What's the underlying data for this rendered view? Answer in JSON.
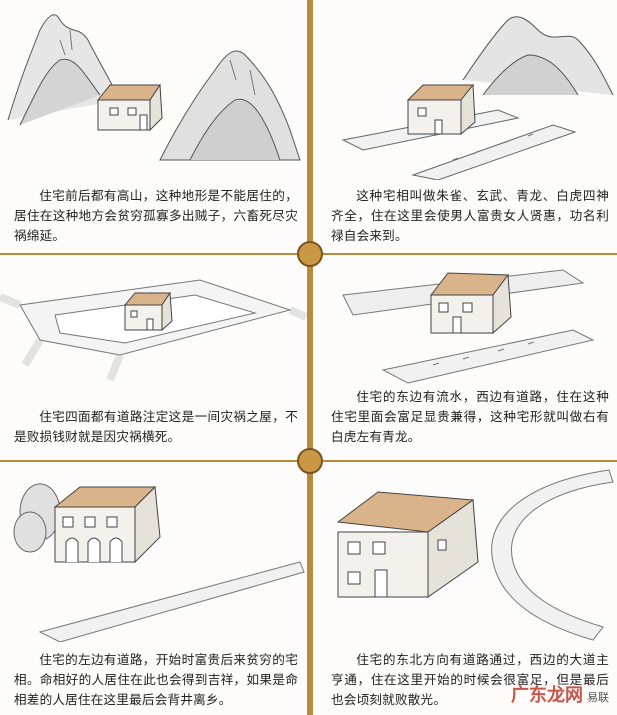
{
  "panels": [
    {
      "id": "mountains-front-back",
      "caption": "住宅前后都有高山，这种地形是不能居住的，居住在这种地方会贫穷孤寡多出贼子，六畜死尽灾祸绵延。"
    },
    {
      "id": "four-symbols-complete",
      "caption": "这种宅相叫做朱雀、玄武、青龙、白虎四神齐全，住在这里会使男人富贵女人贤惠，功名利禄自会来到。"
    },
    {
      "id": "roads-all-sides",
      "caption": "住宅四面都有道路注定这是一间灾祸之屋，不是败损钱财就是因灾祸横死。"
    },
    {
      "id": "water-east-road-west",
      "caption": "住宅的东边有流水，西边有道路，住在这种住宅里面会富足显贵兼得，这种宅形就叫做右有白虎左有青龙。"
    },
    {
      "id": "road-on-left",
      "caption": "住宅的左边有道路，开始时富贵后来贫穷的宅相。命相好的人居住在此也会得到吉祥，如果是命相差的人居住在这里最后会背井离乡。"
    },
    {
      "id": "road-northeast",
      "caption": "住宅的东北方向有道路通过，西边的大道主亨通，住在这里开始的时候会很富足，但是最后也会顷刻就败散光。"
    }
  ],
  "watermark": {
    "text": "广东龙网",
    "suffix": "易联"
  },
  "colors": {
    "divider": "#b88a3a",
    "dot": "#c99844",
    "roof": "#d9b48a"
  }
}
